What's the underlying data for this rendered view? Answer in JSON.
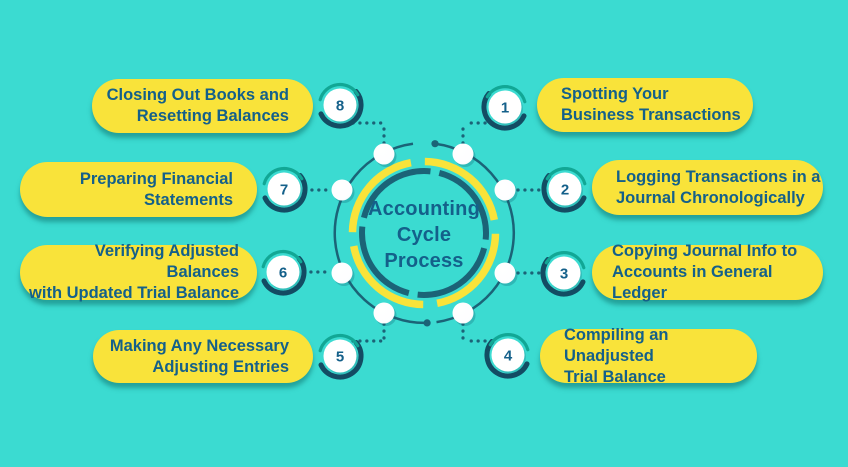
{
  "title": {
    "line1": "Accounting",
    "line2": "Cycle",
    "line3": "Process"
  },
  "steps": [
    {
      "number": "1",
      "line1": "Spotting Your",
      "line2": "Business Transactions"
    },
    {
      "number": "2",
      "line1": "Logging Transactions in a",
      "line2": "Journal Chronologically"
    },
    {
      "number": "3",
      "line1": "Copying Journal Info to",
      "line2": "Accounts in General Ledger"
    },
    {
      "number": "4",
      "line1": "Compiling an Unadjusted",
      "line2": "Trial Balance"
    },
    {
      "number": "5",
      "line1": "Making Any Necessary",
      "line2": "Adjusting Entries"
    },
    {
      "number": "6",
      "line1": "Verifying Adjusted Balances",
      "line2": "with Updated Trial Balance"
    },
    {
      "number": "7",
      "line1": "Preparing Financial",
      "line2": "Statements"
    },
    {
      "number": "8",
      "line1": "Closing Out Books and",
      "line2": "Resetting Balances"
    }
  ],
  "colors": {
    "background": "#3BDBD1",
    "pill_yellow": "#F9E33A",
    "text_ink": "#14608A",
    "ring_dark": "#1B6377",
    "badge_arc_dark": "#134C63",
    "badge_arc_green": "#11A795",
    "node_white": "#FFFFFF"
  }
}
